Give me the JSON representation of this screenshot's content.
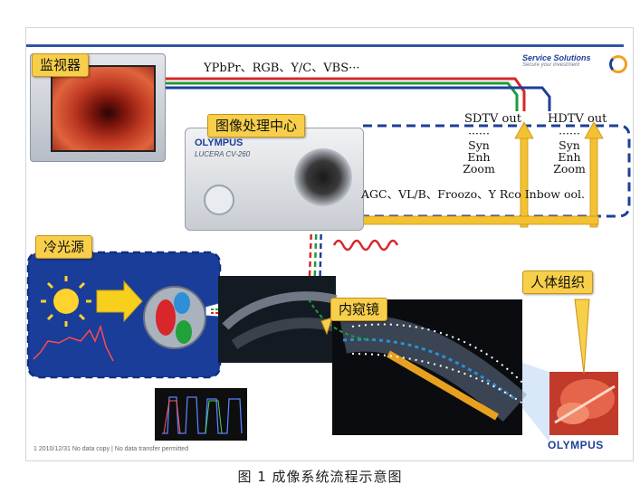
{
  "labels": {
    "monitor": "监视器",
    "processor": "图像处理中心",
    "light_source": "冷光源",
    "endoscope": "内窥镜",
    "tissue": "人体组织"
  },
  "signal_line": "YPbPr、RGB、Y/C、VBS···",
  "outputs": {
    "sdtv": "SDTV out",
    "hdtv": "HDTV out"
  },
  "process_items": {
    "dots": "······",
    "syn": "Syn",
    "enh": "Enh",
    "zoom": "Zoom"
  },
  "process_row": "AGC、VL/B、Froozo、Y Rco Inbow ool.",
  "brand": {
    "service_title": "Service Solutions",
    "service_sub": "Secure your investment",
    "olympus": "OLYMPUS",
    "processor_brand": "OLYMPUS",
    "processor_model": "LUCERA CV-260"
  },
  "footer": "1   2010/12/31  No data copy | No data transfer permitted",
  "caption": "图 1   成像系统流程示意图",
  "colors": {
    "red_line": "#d8262a",
    "green_line": "#1f9b3a",
    "blue_line": "#1d3f9a",
    "dashed_border": "#1d3f9a",
    "label_fill": "#f7cf4a",
    "arrow_fill": "#f2c230"
  }
}
